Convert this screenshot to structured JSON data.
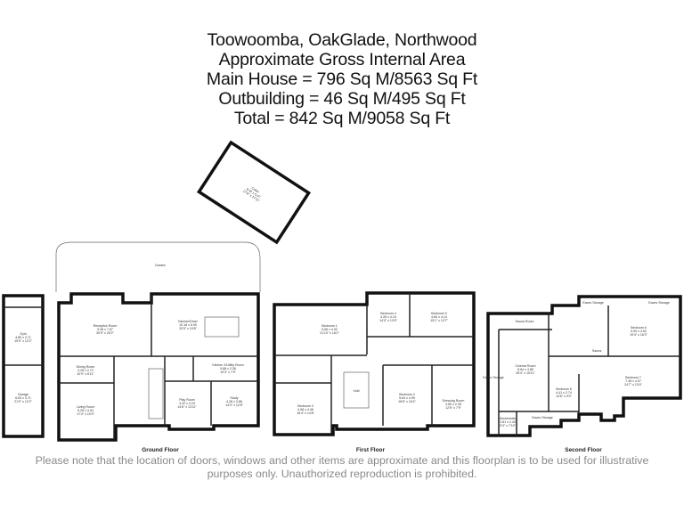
{
  "header": {
    "lines": [
      "Toowoomba, OakGlade, Northwood",
      "Approximate Gross Internal Area",
      "Main House = 796 Sq M/8563 Sq Ft",
      "Outbuilding = 46 Sq M/495 Sq Ft",
      "Total = 842 Sq M/9058 Sq Ft"
    ]
  },
  "outbuilding": {
    "name": "Cabin",
    "m": "8.44 x 5.47",
    "ft": "27'8\" x 17'11\""
  },
  "garden": "Garden",
  "floors": {
    "ground": {
      "label": "Ground Floor",
      "rooms": [
        {
          "name": "Gym",
          "m": "4.80 x 3.71",
          "ft": "15'9\" x 12'2\""
        },
        {
          "name": "Garage",
          "m": "6.63 x 3.71",
          "ft": "21'9\" x 12'2\""
        },
        {
          "name": "Reception Room",
          "m": "9.28 x 7.67",
          "ft": "30'5\" x 25'2\""
        },
        {
          "name": "Kitchen/Diner",
          "m": "10.18 x 5.99",
          "ft": "33'5\" x 19'8\""
        },
        {
          "name": "Dining Room",
          "m": "3.28 x 2.72",
          "ft": "10'9\" x 8'11\""
        },
        {
          "name": "Living Room",
          "m": "5.28 x 3.04",
          "ft": "17'4\" x 10'0\""
        },
        {
          "name": "Kitchen 2/Utility Room",
          "m": "5.88 x 2.36",
          "ft": "19'3\" x 7'9\""
        },
        {
          "name": "Play Room",
          "m": "4.42 x 4.24",
          "ft": "14'6\" x 13'11\""
        },
        {
          "name": "Study",
          "m": "4.28 x 3.86",
          "ft": "14'0\" x 12'8\""
        }
      ]
    },
    "first": {
      "label": "First Floor",
      "rooms": [
        {
          "name": "Bedroom 1",
          "m": "6.66 x 4.92",
          "ft": "21'10\" x 16'2\""
        },
        {
          "name": "Bedroom 4",
          "m": "4.26 x 4.19",
          "ft": "14'0\" x 13'9\""
        },
        {
          "name": "Bedroom 5",
          "m": "4.60 x 4.14",
          "ft": "15'1\" x 13'7\""
        },
        {
          "name": "Bedroom 3",
          "m": "4.98 x 4.46",
          "ft": "16'4\" x 14'8\""
        },
        {
          "name": "Void",
          "m": "",
          "ft": ""
        },
        {
          "name": "Bedroom 2",
          "m": "5.64 x 4.99",
          "ft": "18'6\" x 16'4\""
        },
        {
          "name": "Dressing Room",
          "m": "3.80 x 2.35",
          "ft": "12'6\" x 7'9\""
        }
      ]
    },
    "second": {
      "label": "Second Floor",
      "rooms": [
        {
          "name": "Eaves Storage",
          "m": "",
          "ft": ""
        },
        {
          "name": "Eaves Storage",
          "m": "",
          "ft": ""
        },
        {
          "name": "Sauna Room",
          "m": "",
          "ft": ""
        },
        {
          "name": "Bedroom 6",
          "m": "5.90 x 4.92",
          "ft": "19'4\" x 16'2\""
        },
        {
          "name": "Sauna",
          "m": "",
          "ft": ""
        },
        {
          "name": "Cinema Room",
          "m": "8.64 x 4.85",
          "ft": "28'4\" x 15'11\""
        },
        {
          "name": "Eaves Storage",
          "m": "",
          "ft": ""
        },
        {
          "name": "Bedroom 7",
          "m": "7.48 x 4.07",
          "ft": "24'7\" x 13'4\""
        },
        {
          "name": "Bedroom 8",
          "m": "4.41 x 2.74",
          "ft": "14'6\" x 9'0\""
        },
        {
          "name": "Kitchenette",
          "m": "2.81 x 2.40",
          "ft": "9'3\" x 7'10\""
        },
        {
          "name": "Eaves Storage",
          "m": "",
          "ft": ""
        }
      ]
    }
  },
  "disclaimer": {
    "line1": "Please note that the location of doors, windows and other items are approximate and this floorplan is to be used for illustrative",
    "line2": "purposes only. Unauthorized reproduction is prohibited."
  }
}
